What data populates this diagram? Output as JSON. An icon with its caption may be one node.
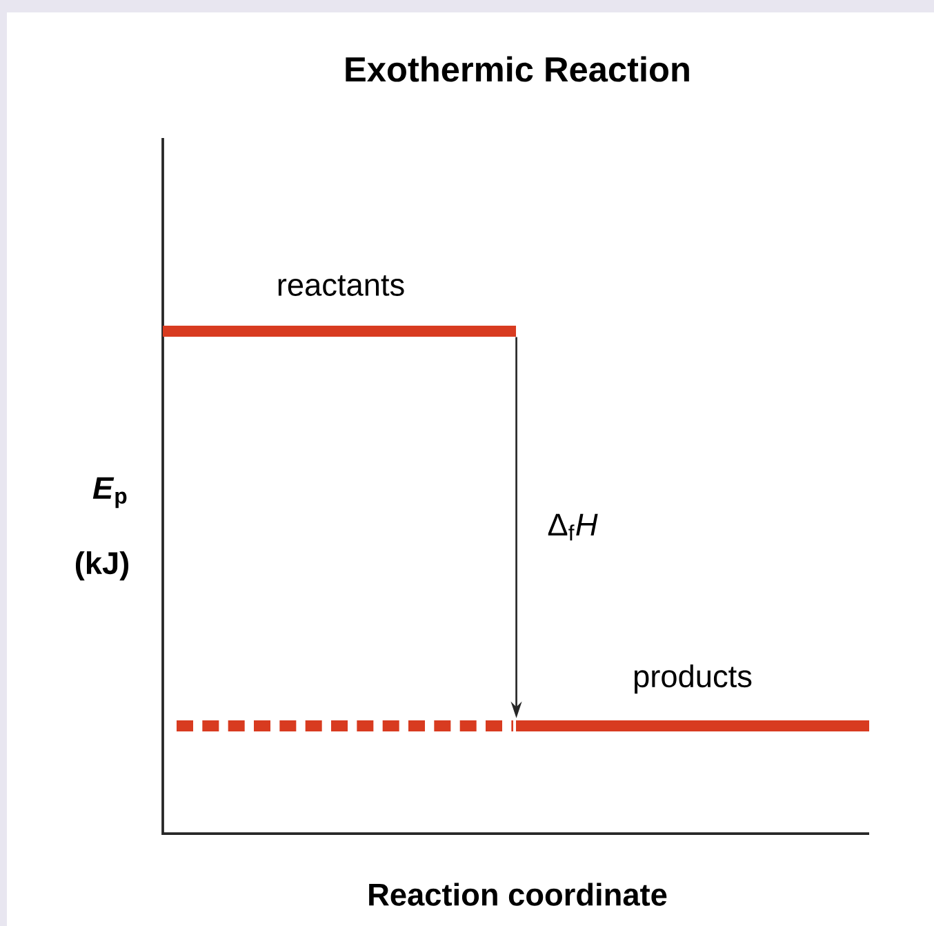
{
  "diagram": {
    "title": "Exothermic Reaction",
    "nodes": [
      {
        "text": [
          "reactants"
        ]
      },
      {
        "text": [
          "products"
        ]
      }
    ],
    "edges": [
      {
        "from": 0,
        "to": 1,
        "arrow": "to",
        "label": "Δ$_{f}$*H*"
      }
    ],
    "labels": [
      "*E*$_{p}$",
      "(kJ)",
      "Reaction coordinate"
    ]
  }
}
